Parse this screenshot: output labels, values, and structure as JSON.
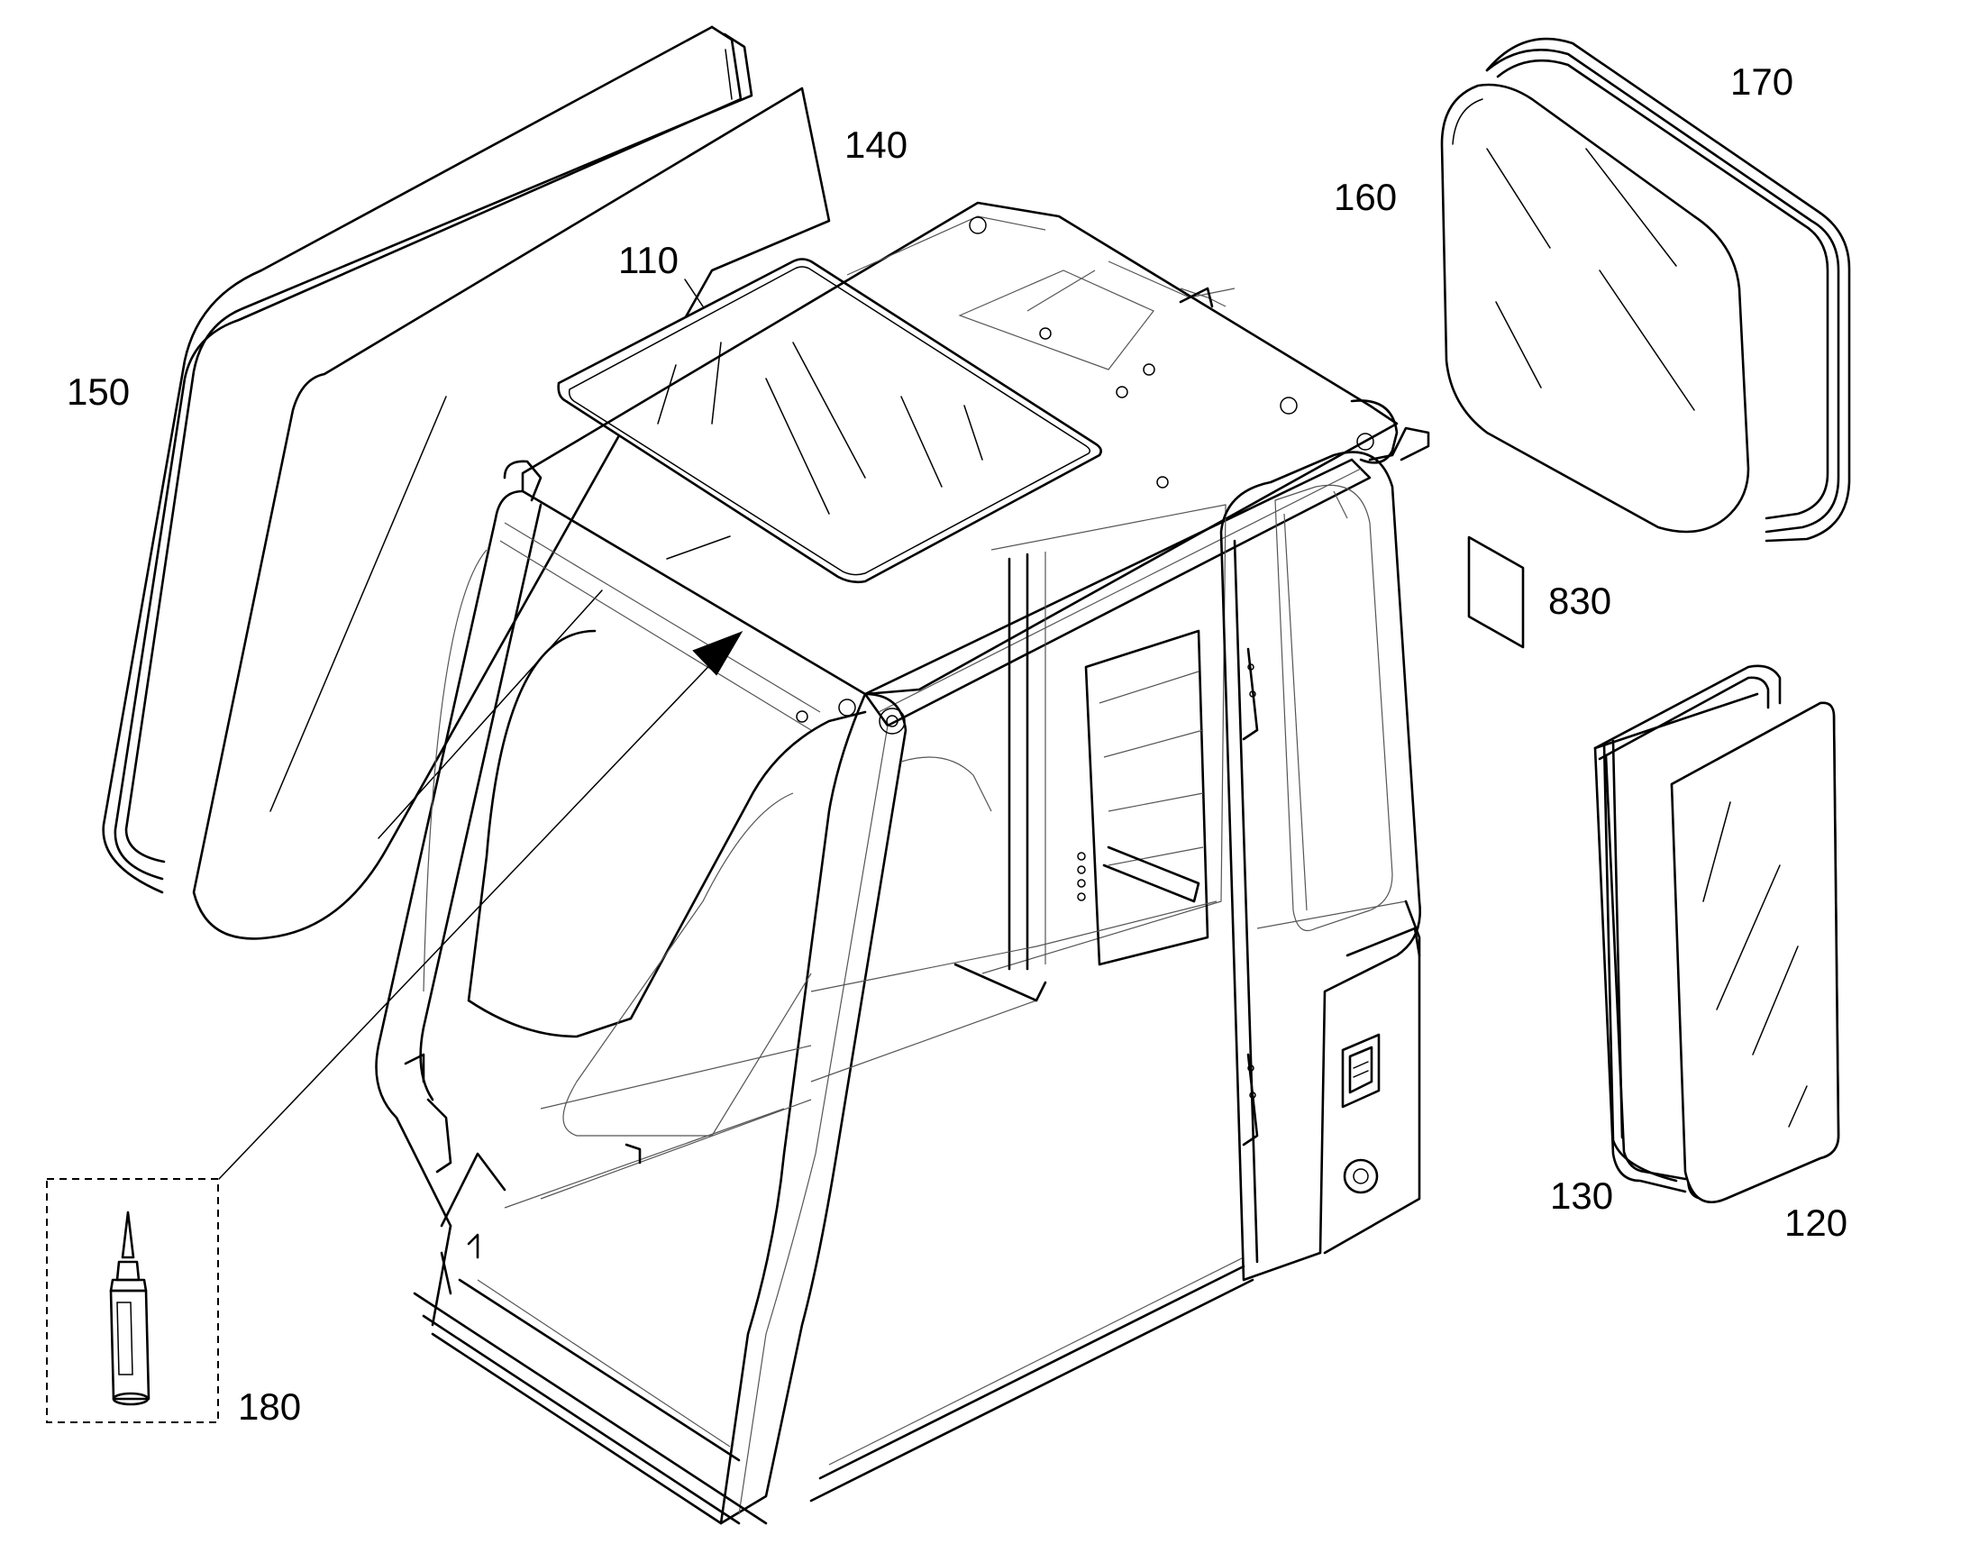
{
  "callouts": {
    "c110": "110",
    "c120": "120",
    "c130": "130",
    "c140": "140",
    "c150": "150",
    "c160": "160",
    "c170": "170",
    "c180": "180",
    "c830": "830"
  }
}
